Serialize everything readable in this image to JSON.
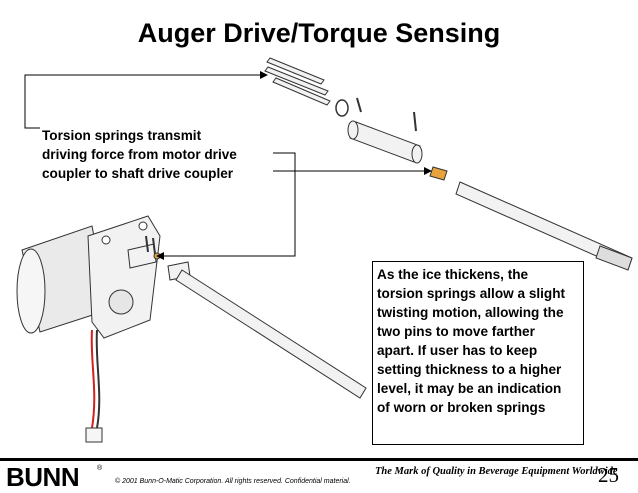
{
  "slide": {
    "title": "Auger Drive/Torque Sensing",
    "page_number": "25"
  },
  "callouts": {
    "left": {
      "lines": [
        "Torsion springs transmit",
        "driving force from motor drive",
        "coupler to shaft drive coupler"
      ]
    },
    "right": {
      "lines": [
        "As the ice thickens, the",
        "torsion springs allow a slight",
        "twisting motion, allowing the",
        "two pins to move farther",
        "apart. If user has to keep",
        "setting thickness to a higher",
        "level, it may be an indication",
        "of worn or broken springs"
      ]
    }
  },
  "footer": {
    "logo": "BUNN",
    "logo_mark": "®",
    "copyright": "© 2001 Bunn-O-Matic Corporation. All rights reserved. Confidential material.",
    "tagline": "The Mark of Quality in Beverage Equipment Worldwide"
  },
  "colors": {
    "text": "#000000",
    "part_fill": "#f2f2f2",
    "part_stroke": "#333333",
    "coupler_accent": "#e8a33c",
    "wire_red": "#d22020"
  }
}
